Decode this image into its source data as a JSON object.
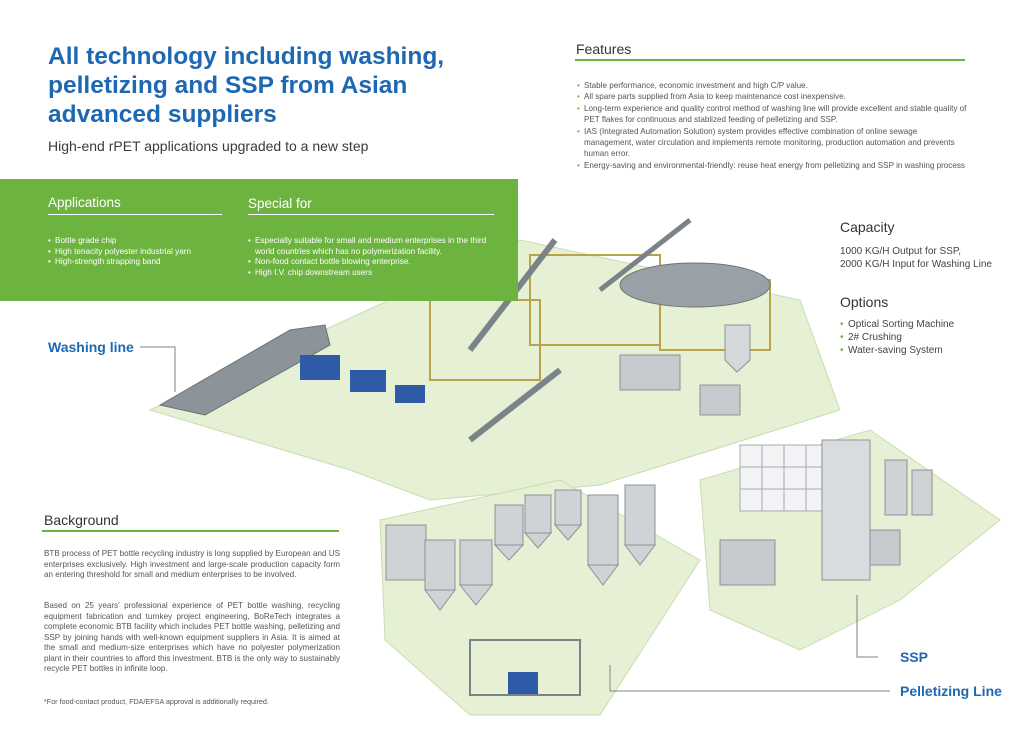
{
  "headline": "All technology including washing, pelletizing and SSP from Asian advanced suppliers",
  "subheadline": "High-end rPET applications upgraded to a new step",
  "features": {
    "title": "Features",
    "items": [
      "Stable performance, economic investment and high C/P value.",
      "All spare parts supplied from Asia to keep maintenance cost inexpensive.",
      "Long-term experience and quality control method of washing line will provide excellent and stable quality of PET flakes for continuous and stablized feeding of pelletizing and SSP.",
      "IAS (Integrated Automation Solution) system provides effective combination of online sewage management, water circulation and implements remote monitoring, production automation and prevents human error.",
      "Energy-saving and environmental-friendly: reuse heat energy from pelletizing and SSP in washing process"
    ]
  },
  "applications": {
    "title": "Applications",
    "items": [
      "Bottle grade chip",
      "High tenacity polyester industrial yarn",
      "High-strength strapping band"
    ]
  },
  "special_for": {
    "title": "Special for",
    "items": [
      "Especially suitable for small and medium enterprises  in the third world countries which has no polymerization facility.",
      "Non-food contact bottle blowing enterprise.",
      "High I.V. chip downstream users"
    ]
  },
  "capacity": {
    "title": "Capacity",
    "line1": "1000 KG/H Output for SSP,",
    "line2": "2000 KG/H Input for Washing Line"
  },
  "options": {
    "title": "Options",
    "items": [
      "Optical Sorting Machine",
      "2# Crushing",
      "Water-saving System"
    ]
  },
  "labels": {
    "washing_line": "Washing line",
    "ssp": "SSP",
    "pelletizing_line": "Pelletizing Line"
  },
  "background": {
    "title": "Background",
    "paragraph1": "BTB process of PET bottle recycling industry is long supplied by European and US enterprises exclusively. High investment and large-scale production capacity form an entering threshold for small and medium enterprises to be involved.",
    "paragraph2": "Based on 25 years' professional experience of PET bottle washing, recycling equipment fabrication and turnkey project engineering, BoReTech integrates a complete economic BTB facility which includes PET bottle washing, pelletizing and SSP by joining hands with well-known equipment suppliers in Asia. It is aimed at the small and medium-size enterprises which have no polyester polymerization plant in their countries to afford this investment. BTB is the only way to sustainably recycle PET bottles in infinite loop.",
    "footnote": "*For food-contact product, FDA/EFSA approval is additionally required."
  },
  "colors": {
    "brand_blue": "#1d68b3",
    "accent_green": "#6db33f",
    "platform_green": "#e6f0d4"
  }
}
